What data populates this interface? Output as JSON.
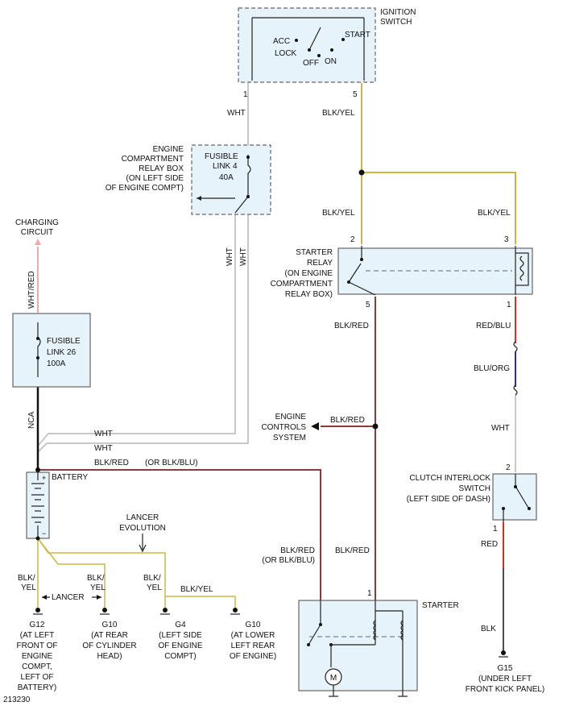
{
  "colors": {
    "wht": "#c8c8c8",
    "blk_yel": "#c8b84a",
    "blk_red": "#8a3a3a",
    "red": "#e02828",
    "blu": "#2a2ab8",
    "blk": "#111111",
    "wht_red": "#f0a8a8",
    "box_fill": "#e6f3fa"
  },
  "ignition_switch": {
    "title": [
      "IGNITION",
      "SWITCH"
    ],
    "positions": {
      "acc": "ACC",
      "lock": "LOCK",
      "off": "OFF",
      "on": "ON",
      "start": "START"
    },
    "pin_left": "1",
    "pin_right": "5"
  },
  "relay_box": {
    "title": [
      "ENGINE",
      "COMPARTMENT",
      "RELAY BOX",
      "(ON LEFT SIDE",
      "OF ENGINE COMPT)"
    ],
    "fuse": [
      "FUSIBLE",
      "LINK 4",
      "40A"
    ]
  },
  "charging": {
    "label": [
      "CHARGING",
      "CIRCUIT"
    ],
    "wire": "WHT/RED"
  },
  "fusible26": {
    "label": [
      "FUSIBLE",
      "LINK 26",
      "100A"
    ],
    "wire": "NCA"
  },
  "starter_relay": {
    "title": [
      "STARTER",
      "RELAY",
      "(ON ENGINE",
      "COMPARTMENT",
      "RELAY BOX)"
    ],
    "pin2": "2",
    "pin3": "3",
    "pin5": "5",
    "pin1": "1"
  },
  "wires": {
    "wht_ign": "WHT",
    "blk_yel_top": "BLK/YEL",
    "blk_yel_left": "BLK/YEL",
    "blk_yel_right": "BLK/YEL",
    "wht_v1": "WHT",
    "wht_v2": "WHT",
    "blk_red_relay": "BLK/RED",
    "red_blu": "RED/BLU",
    "blu_org": "BLU/ORG",
    "wht_clutch": "WHT",
    "blk_red_ecs": "BLK/RED",
    "wht_h1": "WHT",
    "wht_h2": "WHT",
    "blk_red_h": "BLK/RED",
    "or_blk_blu": "(OR BLK/BLU)",
    "blk_red_starter1": "BLK/RED",
    "or_blk_blu2": "(OR BLK/BLU)",
    "blk_red_starter2": "BLK/RED",
    "red_clutch": "RED",
    "blk_g15": "BLK",
    "blk_yel_g12": "BLK/",
    "blk_yel_g12b": "YEL",
    "blk_yel_g10": "BLK/",
    "blk_yel_g10b": "YEL",
    "blk_yel_g4": "BLK/",
    "blk_yel_g4b": "YEL",
    "blk_yel_g10r": "BLK/YEL"
  },
  "ecs": {
    "label": [
      "ENGINE",
      "CONTROLS",
      "SYSTEM"
    ]
  },
  "battery": {
    "label": "BATTERY",
    "plus": "+",
    "minus": "−"
  },
  "lancer_evo": {
    "label": [
      "LANCER",
      "EVOLUTION"
    ],
    "lancer": "LANCER"
  },
  "clutch": {
    "title": [
      "CLUTCH INTERLOCK",
      "SWITCH",
      "(LEFT SIDE OF DASH)"
    ],
    "pin2": "2",
    "pin1": "1"
  },
  "starter": {
    "title": "STARTER",
    "pin1": "1",
    "motor": "M"
  },
  "grounds": {
    "g12": [
      "G12",
      "(AT LEFT",
      "FRONT OF",
      "ENGINE",
      "COMPT,",
      "LEFT OF",
      "BATTERY)"
    ],
    "g10a": [
      "G10",
      "(AT REAR",
      "OF CYLINDER",
      "HEAD)"
    ],
    "g4": [
      "G4",
      "(LEFT SIDE",
      "OF ENGINE",
      "COMPT)"
    ],
    "g10b": [
      "G10",
      "(AT LOWER",
      "LEFT REAR",
      "OF ENGINE)"
    ],
    "g15": [
      "G15",
      "(UNDER LEFT",
      "FRONT KICK PANEL)"
    ]
  },
  "figure_id": "213230"
}
